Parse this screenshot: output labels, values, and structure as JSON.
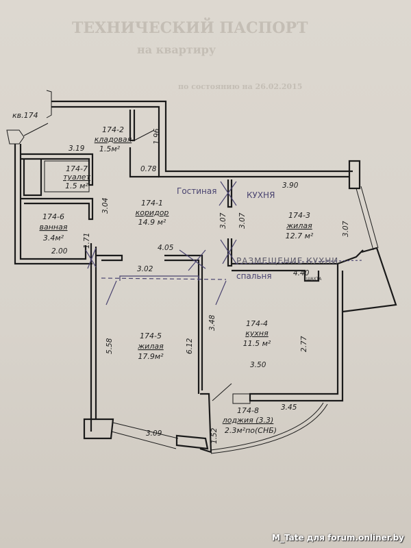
{
  "document": {
    "title": "ТЕХНИЧЕСКИЙ ПАСПОРТ",
    "subtitle": "на квартиру",
    "state_date": "по состоянию на 26.02.2015"
  },
  "plan": {
    "apartment": "кв.174",
    "rooms": [
      {
        "id": "174-1",
        "name": "коридор",
        "area": "14.9 м²"
      },
      {
        "id": "174-2",
        "name": "кладовая",
        "area": "1.5м²"
      },
      {
        "id": "174-3",
        "name": "жилая",
        "area": "12.7 м²"
      },
      {
        "id": "174-4",
        "name": "кухня",
        "area": "11.5 м²"
      },
      {
        "id": "174-5",
        "name": "жилая",
        "area": "17.9м²"
      },
      {
        "id": "174-6",
        "name": "ванная",
        "area": "3.4м²"
      },
      {
        "id": "174-7",
        "name": "туалет",
        "area": "1.5 м²"
      },
      {
        "id": "174-8",
        "name": "лоджия (3.3)",
        "area": "2.3м²по(СНБ)"
      }
    ],
    "dimensions": [
      "3.19",
      "1.96",
      "0.78",
      "3.04",
      "3.90",
      "3.07",
      "3.07",
      "3.07",
      "1.71",
      "2.00",
      "4.05",
      "3.02",
      "4.40",
      "3.48",
      "5.58",
      "6.12",
      "2.77",
      "3.50",
      "3.45",
      "3.09",
      "1.52"
    ],
    "shaft_label": "ШАХТА",
    "handwritten": {
      "living_room": "Гостиная",
      "kitchen": "КУХНЯ",
      "kitchen_placement": "РАЗМЕЩЕНИЕ КУХНИ",
      "bedroom": "спальня"
    }
  },
  "watermark": "M_Tate для forum.onliner.by"
}
